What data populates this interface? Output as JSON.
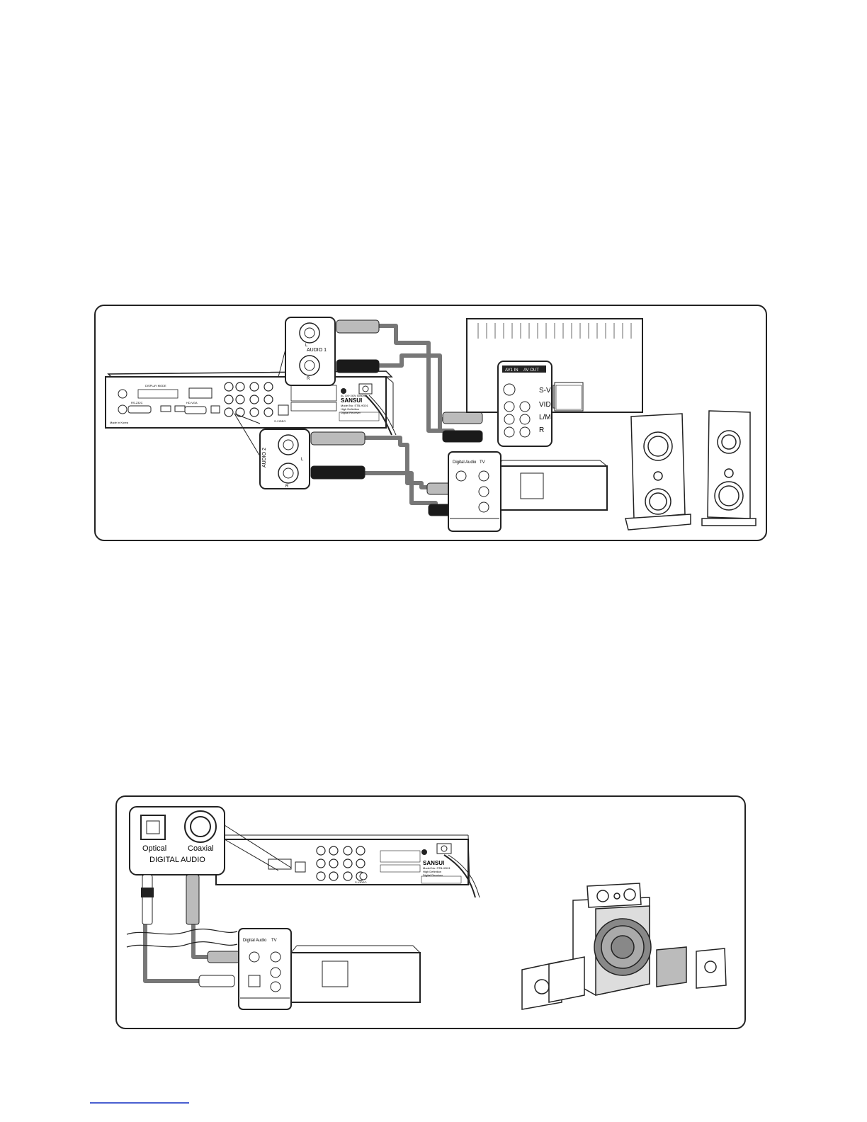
{
  "diagram1": {
    "brand": "SANSUI",
    "device_line1": "Model No: STB-HD01",
    "device_line2": "High Definition",
    "device_line3": "Digital Receiver",
    "ac_label": "AC 100~240V 50/60Hz",
    "display_mode_label": "DISPLAY MODE",
    "hd_vga_label": "HD-VGA",
    "rs232_label": "RS-232C",
    "svideo_label": "S-VIDEO",
    "made_in": "Made in Korea",
    "audio1_label": "AUDIO 1",
    "audio1_l": "L",
    "audio1_r": "R",
    "audio2_label": "AUDIO 2",
    "audio2_l": "L",
    "audio2_r": "R",
    "tv_av_in": "AV1 IN",
    "tv_av_out": "AV OUT",
    "tv_sv": "S-V",
    "tv_vid": "VID",
    "tv_lm": "L/M",
    "tv_r": "R",
    "amp_digital_audio": "Digital Audio",
    "amp_tv": "TV"
  },
  "diagram2": {
    "brand": "SANSUI",
    "device_line1": "Model No: STB-HD01",
    "device_line2": "High Definition",
    "device_line3": "Digital Receiver",
    "optical_label": "Optical",
    "coaxial_label": "Coaxial",
    "digital_audio_label": "DIGITAL AUDIO",
    "amp_digital_audio": "Digital Audio",
    "amp_tv": "TV",
    "svideo_label": "S-VIDEO"
  },
  "colors": {
    "cable": "#777777",
    "plug_dark": "#1a1a1a",
    "plug_light": "#bbbbbb",
    "link": "#4a5fd0"
  }
}
